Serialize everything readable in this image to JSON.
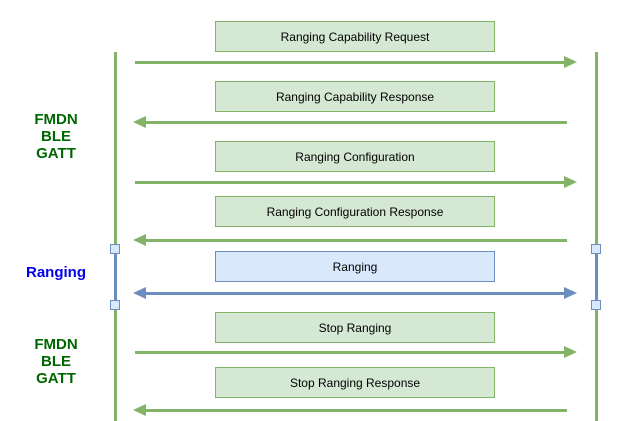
{
  "diagram": {
    "type": "sequence-diagram",
    "background": "#ffffff",
    "lanes": {
      "gatt_top": {
        "label": "FMDN\nBLE\nGATT",
        "color": "#006600"
      },
      "ranging": {
        "label": "Ranging",
        "color": "#0000ee"
      },
      "gatt_bottom": {
        "label": "FMDN\nBLE\nGATT",
        "color": "#006600"
      }
    },
    "messages": [
      {
        "label": "Ranging Capability Request",
        "direction": "right",
        "theme": "green"
      },
      {
        "label": "Ranging Capability Response",
        "direction": "left",
        "theme": "green"
      },
      {
        "label": "Ranging Configuration",
        "direction": "right",
        "theme": "green"
      },
      {
        "label": "Ranging Configuration Response",
        "direction": "left",
        "theme": "green"
      },
      {
        "label": "Ranging",
        "direction": "both",
        "theme": "blue"
      },
      {
        "label": "Stop Ranging",
        "direction": "right",
        "theme": "green"
      },
      {
        "label": "Stop Ranging Response",
        "direction": "left",
        "theme": "green"
      }
    ],
    "colors": {
      "green_fill": "#d5e8d4",
      "green_stroke": "#82b366",
      "blue_fill": "#dae8fc",
      "blue_stroke": "#6c8ebf",
      "label_green": "#006600",
      "label_blue": "#0000ee",
      "text": "#000000"
    }
  }
}
